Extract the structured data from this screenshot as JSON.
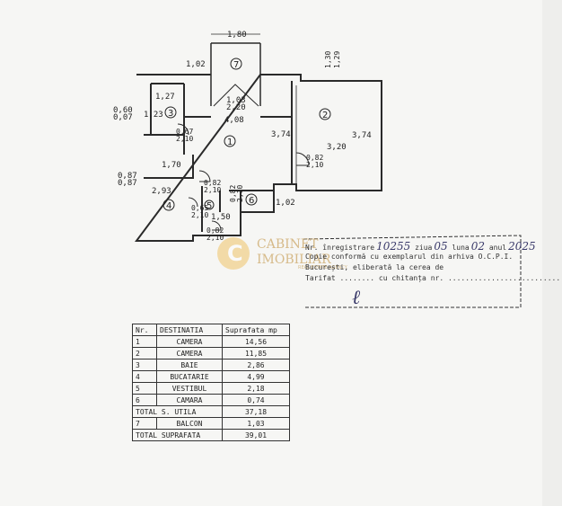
{
  "plan": {
    "dims": {
      "balcony_width": "1,80",
      "left_top": "1,02",
      "room2_top_a": "1,30",
      "room2_top_b": "1,29",
      "bath_w": "1,27",
      "bath_h": "1,23",
      "left_side_a": "0,60",
      "left_side_b": "0,07",
      "balcony_inner_a": "1,03",
      "balcony_inner_b": "2,20",
      "room1_w": "4,08",
      "room1_h": "3,74",
      "room2_h": "3,74",
      "room2_w": "3,20",
      "door1_a": "0,67",
      "door1_b": "2,10",
      "kitchen_w": "1,70",
      "kitchen_h": "2,93",
      "left_door_a": "0,87",
      "left_door_b": "0,87",
      "door2_a": "0,82",
      "door2_b": "2,10",
      "door3_a": "0,82",
      "door3_b": "2,10",
      "door4_a": "0,82",
      "door4_b": "2,10",
      "door5_a": "0,65",
      "door5_b": "2,10",
      "vest_w": "1,50",
      "storage_h": "1,02",
      "door6_a": "0,82",
      "door6_b": "2,10"
    },
    "rooms": [
      "1",
      "2",
      "3",
      "4",
      "5",
      "6",
      "7"
    ]
  },
  "watermark": {
    "logo_letter": "C",
    "line1": "CABINET",
    "line2": "IMOBILIAR",
    "sub": "REAL ESTATE AGENCY"
  },
  "stamp": {
    "line1_prefix": "Nr. înregistrare",
    "line1_hand": "10255",
    "line1_mid": "ziua",
    "line1_hand2": "05",
    "line1_mid2": "luna",
    "line1_hand3": "02",
    "line1_mid3": "anul",
    "line1_hand4": "2025",
    "line2": "Copie conformă cu exemplarul din arhiva O.C.P.I.",
    "line3": "București, eliberată la cerea de",
    "line4_prefix": "Tarifat",
    "line4_suffix": "cu chitanța nr.",
    "signature": "ℓ"
  },
  "table": {
    "headers": [
      "Nr.",
      "DESTINATIA",
      "Suprafata mp"
    ],
    "rows": [
      [
        "1",
        "CAMERA",
        "14,56"
      ],
      [
        "2",
        "CAMERA",
        "11,85"
      ],
      [
        "3",
        "BAIE",
        "2,86"
      ],
      [
        "4",
        "BUCATARIE",
        "4,99"
      ],
      [
        "5",
        "VESTIBUL",
        "2,18"
      ],
      [
        "6",
        "CAMARA",
        "0,74"
      ]
    ],
    "total_useful_label": "TOTAL S. UTILA",
    "total_useful_value": "37,18",
    "balcony_nr": "7",
    "balcony_label": "BALCON",
    "balcony_value": "1,03",
    "total_label": "TOTAL SUPRAFATA",
    "total_value": "39,01"
  }
}
